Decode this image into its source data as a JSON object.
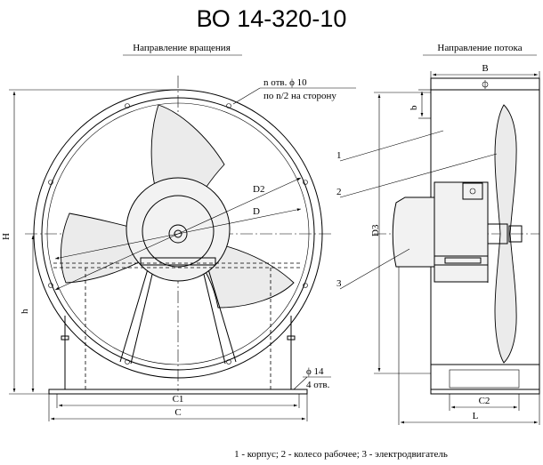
{
  "title": "ВО 14-320-10",
  "labels": {
    "rotation_direction": "Направление вращения",
    "flow_direction": "Направление потока",
    "holes_line1": "n отв. ϕ 10",
    "holes_line2": "по n/2 на сторону",
    "foot_hole_diameter": "ϕ 14",
    "foot_hole_count": "4 отв."
  },
  "dimensions": {
    "H": "H",
    "h": "h",
    "D2": "D2",
    "D": "D",
    "C1": "C1",
    "C": "C",
    "B": "B",
    "b": "b",
    "D3": "D3",
    "C2": "C2",
    "L": "L"
  },
  "callouts": [
    "1",
    "2",
    "3"
  ],
  "caption": "1 - корпус;  2 - колесо рабочее;  3 - электродвигатель"
}
